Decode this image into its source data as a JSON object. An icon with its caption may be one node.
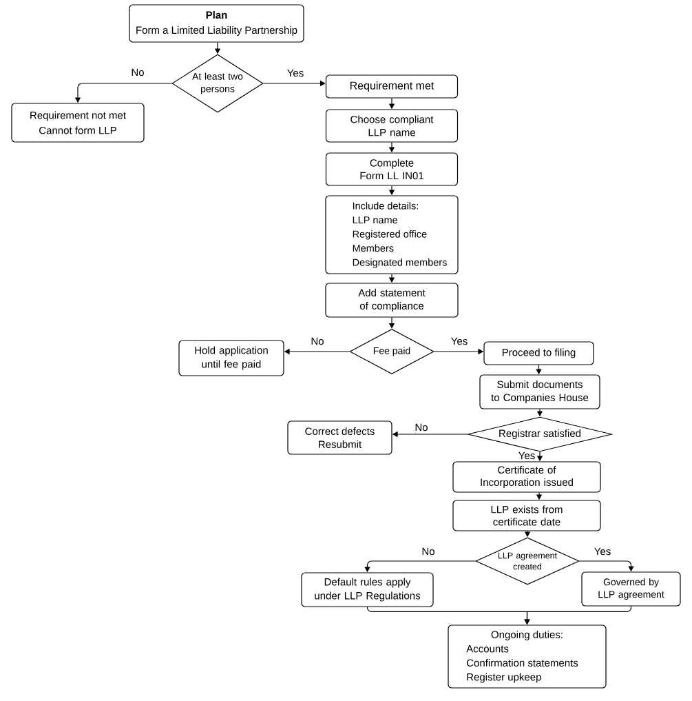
{
  "diagram": {
    "nodes": [
      {
        "text": [
          "Plan",
          "Form a Limited Liability Partnership"
        ]
      },
      {
        "text": [
          "At least two persons"
        ]
      },
      {
        "text": [
          "Requirement met"
        ]
      },
      {
        "text": [
          "Requirement not met",
          "Cannot form LLP"
        ]
      },
      {
        "text": [
          "Choose compliant LLP name"
        ]
      },
      {
        "text": [
          "Complete Form LL IN01"
        ]
      },
      {
        "text": [
          "Include details:",
          "LLP name",
          "Registered office",
          "Members",
          "Designated members"
        ]
      },
      {
        "text": [
          "Add statement of compliance"
        ]
      },
      {
        "text": [
          "Fee paid"
        ]
      },
      {
        "text": [
          "Hold application until fee paid"
        ]
      },
      {
        "text": [
          "Proceed to filing"
        ]
      },
      {
        "text": [
          "Submit documents to Companies House"
        ]
      },
      {
        "text": [
          "Registrar satisfied"
        ]
      },
      {
        "text": [
          "Correct defects",
          "Resubmit"
        ]
      },
      {
        "text": [
          "Certificate of Incorporation issued"
        ]
      },
      {
        "text": [
          "LLP exists from certificate date"
        ]
      },
      {
        "text": [
          "LLP agreement created"
        ]
      },
      {
        "text": [
          "Default rules apply under LLP Regulations"
        ]
      },
      {
        "text": [
          "Governed by LLP agreement"
        ]
      },
      {
        "text": [
          "Ongoing duties:",
          "Accounts",
          "Confirmation statements",
          "Register upkeep"
        ]
      }
    ],
    "edges": [
      {
        "from": 0,
        "to": 1,
        "arrow": "to"
      },
      {
        "from": 1,
        "to": 3,
        "arrow": "to",
        "label": "No"
      },
      {
        "from": 1,
        "to": 2,
        "arrow": "to",
        "label": "Yes"
      },
      {
        "from": 2,
        "to": 4,
        "arrow": "to"
      },
      {
        "from": 4,
        "to": 5,
        "arrow": "to"
      },
      {
        "from": 5,
        "to": 6,
        "arrow": "to"
      },
      {
        "from": 6,
        "to": 7,
        "arrow": "to"
      },
      {
        "from": 7,
        "to": 8,
        "arrow": "to"
      },
      {
        "from": 8,
        "to": 9,
        "arrow": "to",
        "label": "No"
      },
      {
        "from": 8,
        "to": 10,
        "arrow": "to",
        "label": "Yes"
      },
      {
        "from": 10,
        "to": 11,
        "arrow": "to"
      },
      {
        "from": 11,
        "to": 12,
        "arrow": "to"
      },
      {
        "from": 12,
        "to": 13,
        "arrow": "to",
        "label": "No"
      },
      {
        "from": 12,
        "to": 14,
        "arrow": "to",
        "label": "Yes"
      },
      {
        "from": 14,
        "to": 15,
        "arrow": "to"
      },
      {
        "from": 15,
        "to": 16,
        "arrow": "to"
      },
      {
        "from": 16,
        "to": 17,
        "arrow": "to",
        "label": "No"
      },
      {
        "from": 16,
        "to": 18,
        "arrow": "to",
        "label": "Yes"
      },
      {
        "from": 17,
        "to": 19,
        "arrow": "to"
      },
      {
        "from": 18,
        "to": 19,
        "arrow": "to"
      }
    ]
  }
}
